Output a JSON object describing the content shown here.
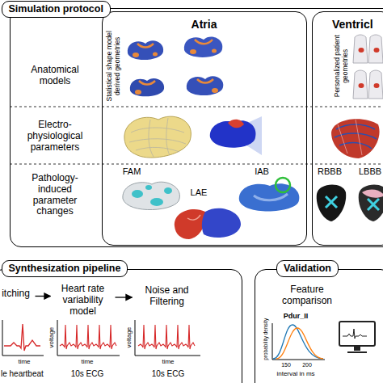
{
  "diagram": {
    "nodes": [
      {
        "text": [
          "Simulation protocol"
        ]
      },
      {
        "text": [
          "Atria"
        ],
        "in": 0
      },
      {
        "text": [
          "Ventricl"
        ],
        "in": 0
      },
      {
        "text": [
          "Synthesization pipeline"
        ]
      },
      {
        "text": [
          "itching"
        ],
        "in": 3
      },
      {
        "text": [
          "Heart rate variability model"
        ],
        "in": 3
      },
      {
        "text": [
          "Noise and Filtering"
        ],
        "in": 3
      },
      {
        "text": [
          "Validation"
        ]
      }
    ],
    "edges": [
      {
        "from": 4,
        "to": 5,
        "arrow": "to"
      },
      {
        "from": 5,
        "to": 6,
        "arrow": "to"
      }
    ],
    "labels": [
      "Anatomical models",
      "Electro- physiological parameters",
      "Pathology- induced parameter changes",
      "Statistical shape model derived geometries",
      "FAM",
      "LAE",
      "IAB",
      "Personalized patient geometries",
      "RBBB",
      "LBBB",
      "time",
      "le heartbeat",
      "voltage",
      "time",
      "10s ECG",
      "voltage",
      "time",
      "10s ECG",
      "Feature comparison",
      "Pdur_II",
      "probability density",
      "150",
      "200",
      "interval in ms"
    ]
  }
}
